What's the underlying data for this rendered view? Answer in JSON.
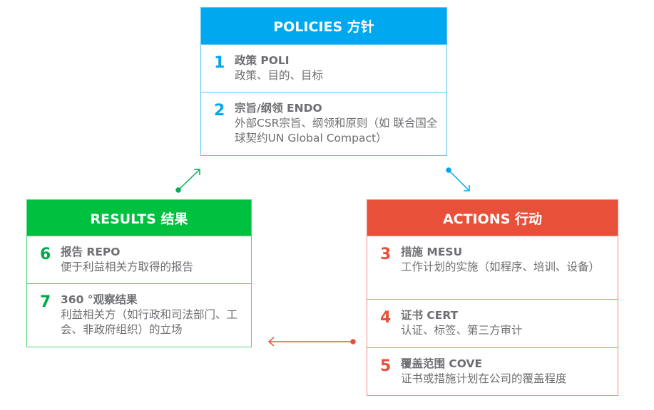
{
  "policies": {
    "title": "POLICIES 方针",
    "color": "#00a8f0",
    "items": [
      {
        "num": "1",
        "title": "政策 POLI",
        "desc": "政策、目的、目标"
      },
      {
        "num": "2",
        "title": "宗旨/纲领 ENDO",
        "desc": "外部CSR宗旨、纲领和原则（如 联合国全球契约UN Global Compact）"
      }
    ]
  },
  "results": {
    "title": "RESULTS 结果",
    "color": "#00c040",
    "items": [
      {
        "num": "6",
        "title": "报告 REPO",
        "desc": "便于利益相关方取得的报告"
      },
      {
        "num": "7",
        "title": "360 °观察结果",
        "desc": "利益相关方（如行政和司法部门、工会、非政府组织）的立场"
      }
    ]
  },
  "actions": {
    "title": "ACTIONS 行动",
    "color": "#e8503a",
    "items": [
      {
        "num": "3",
        "title": "措施 MESU",
        "desc": "工作计划的实施（如程序、培训、设备）"
      },
      {
        "num": "4",
        "title": "证书 CERT",
        "desc": "认证、标签、第三方审计"
      },
      {
        "num": "5",
        "title": "覆盖范围 COVE",
        "desc": "证书或措施计划在公司的覆盖程度"
      }
    ]
  }
}
